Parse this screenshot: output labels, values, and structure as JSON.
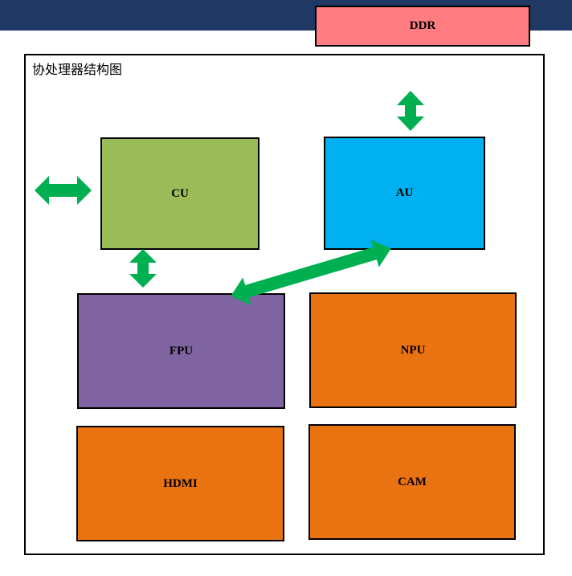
{
  "title": "协处理器结构图",
  "colors": {
    "header_bar": "#1f3864",
    "ddr": "#ff7c80",
    "cu": "#9bbb59",
    "au": "#00b0f0",
    "fpu": "#8064a2",
    "peripheral": "#e97211",
    "arrow": "#00b050"
  },
  "blocks": {
    "ddr": "DDR",
    "cu": "CU",
    "au": "AU",
    "fpu": "FPU",
    "npu": "NPU",
    "hdmi": "HDMI",
    "cam": "CAM"
  },
  "connections": [
    {
      "from": "AU",
      "to": "DDR",
      "direction": "bidirectional"
    },
    {
      "from": "external",
      "to": "CU",
      "direction": "bidirectional"
    },
    {
      "from": "CU",
      "to": "FPU",
      "direction": "bidirectional"
    },
    {
      "from": "AU",
      "to": "FPU",
      "direction": "bidirectional"
    }
  ]
}
